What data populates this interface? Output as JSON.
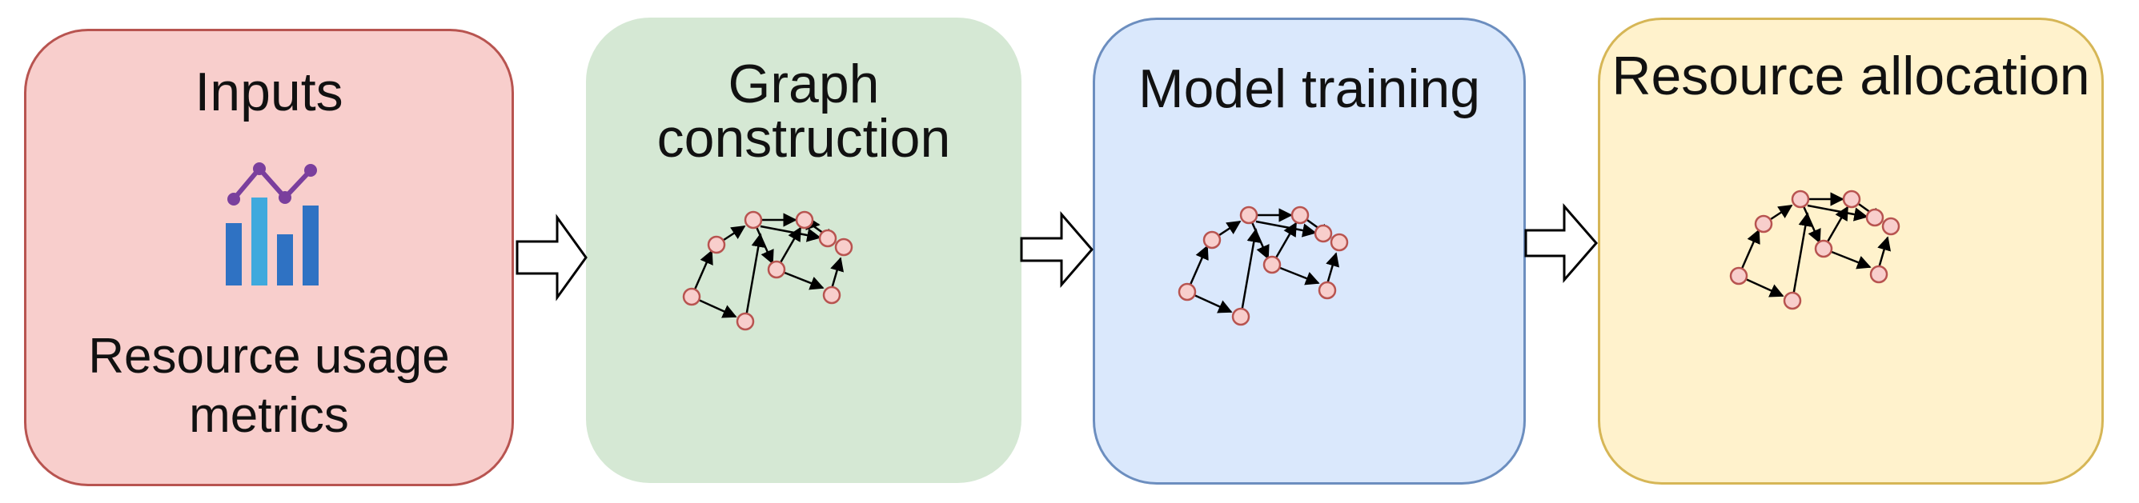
{
  "boxes": {
    "inputs": {
      "title": "Inputs",
      "line1": "Resource usage",
      "line2": "metrics",
      "icon": "chart-icon"
    },
    "graph": {
      "title": "Graph construction"
    },
    "model": {
      "title": "Model training"
    },
    "alloc": {
      "title": "Resource allocation"
    }
  },
  "colors": {
    "inputs_fill": "#f8cecc",
    "inputs_stroke": "#b85450",
    "graph_fill": "#d5e8d4",
    "model_fill": "#dae8fc",
    "model_stroke": "#6c8ebf",
    "alloc_fill": "#fff2cc",
    "alloc_stroke": "#d6b656",
    "node_fill": "#f8cecc",
    "node_stroke": "#b85450"
  }
}
